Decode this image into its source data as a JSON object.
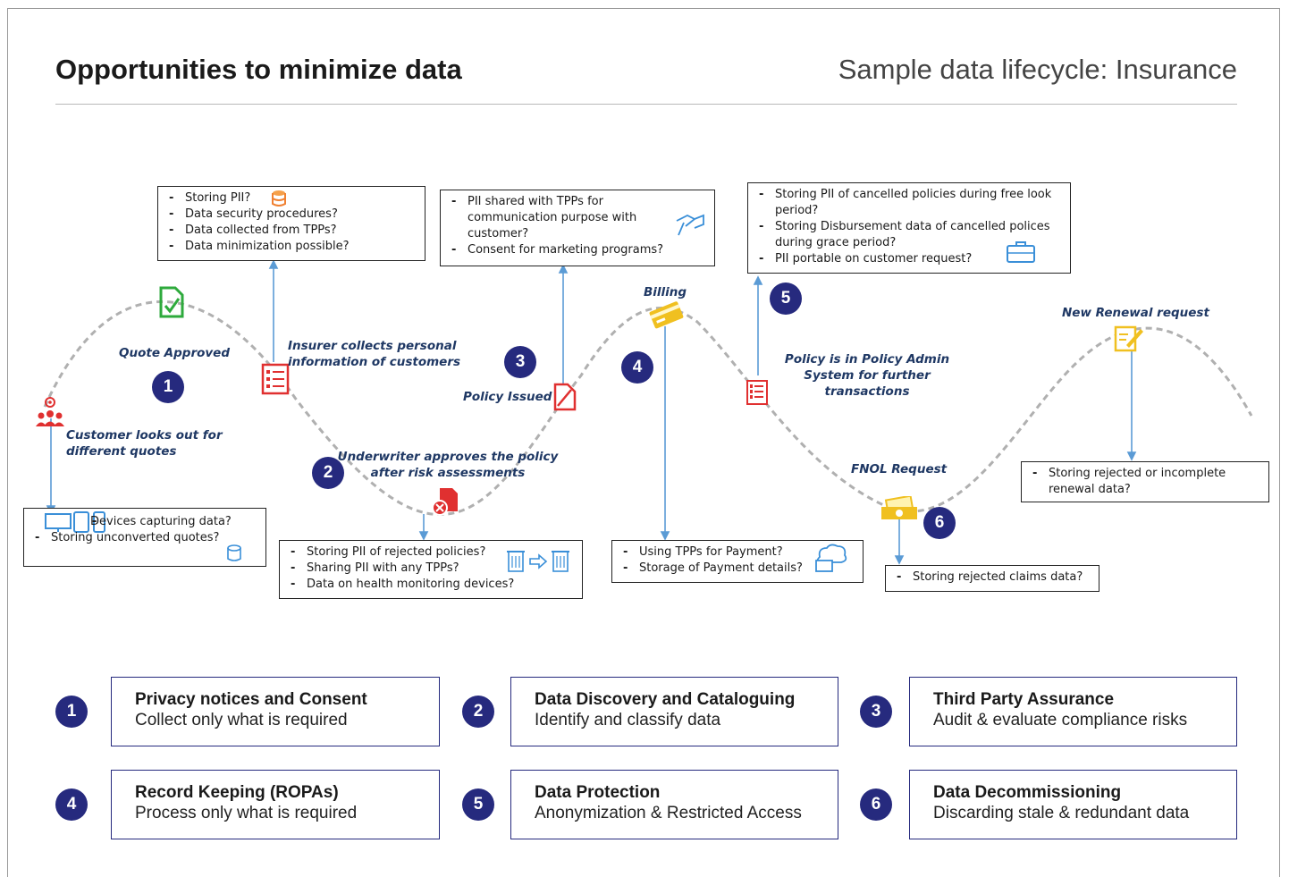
{
  "header": {
    "title": "Opportunities to minimize data",
    "subtitle": "Sample data lifecycle: Insurance"
  },
  "stages": [
    {
      "label": "Customer looks out for different quotes"
    },
    {
      "label": "Quote Approved"
    },
    {
      "label": "Insurer collects personal information of customers"
    },
    {
      "label": "Underwriter approves the policy after risk assessments"
    },
    {
      "label": "Policy Issued"
    },
    {
      "label": "Billing"
    },
    {
      "label": "Policy is in Policy Admin System for further transactions"
    },
    {
      "label": "FNOL Request"
    },
    {
      "label": "New Renewal request"
    }
  ],
  "markers": [
    "1",
    "2",
    "3",
    "4",
    "5",
    "6"
  ],
  "question_boxes": {
    "customer": [
      "Devices capturing data?",
      "Storing unconverted quotes?"
    ],
    "insurer": [
      "Storing PII?",
      "Data security procedures?",
      "Data collected from TPPs?",
      "Data minimization possible?"
    ],
    "underwriter": [
      "Storing PII of rejected policies?",
      "Sharing PII with any TPPs?",
      "Data on health monitoring devices?"
    ],
    "policy": [
      "PII shared with TPPs for communication purpose with customer?",
      "Consent for marketing programs?"
    ],
    "billing": [
      "Using TPPs for Payment?",
      "Storage of Payment details?"
    ],
    "admin": [
      "Storing PII of cancelled policies during free look period?",
      "Storing Disbursement data of cancelled polices during grace period?",
      "PII portable on customer request?"
    ],
    "fnol": [
      "Storing rejected claims data?"
    ],
    "renewal": [
      "Storing rejected or incomplete renewal data?"
    ]
  },
  "legend": [
    {
      "num": "1",
      "title": "Privacy notices and Consent",
      "desc": "Collect only what is required"
    },
    {
      "num": "2",
      "title": "Data Discovery and Cataloguing",
      "desc": "Identify and classify data"
    },
    {
      "num": "3",
      "title": "Third Party Assurance",
      "desc": "Audit & evaluate compliance risks"
    },
    {
      "num": "4",
      "title": "Record Keeping (ROPAs)",
      "desc": "Process only what is required"
    },
    {
      "num": "5",
      "title": "Data Protection",
      "desc": "Anonymization & Restricted Access"
    },
    {
      "num": "6",
      "title": "Data Decommissioning",
      "desc": "Discarding stale & redundant data"
    }
  ],
  "colors": {
    "accent": "#262a7e",
    "label": "#1f3864",
    "connector": "#5b9bd5",
    "curve": "#b0b0b0",
    "icon_red": "#e03030",
    "icon_green": "#2eaa3c",
    "icon_yellow": "#f0c020",
    "icon_blue": "#3a8fd8"
  },
  "icons": [
    "people-pin-icon",
    "document-check-icon",
    "checklist-icon",
    "rejected-document-icon",
    "policy-document-icon",
    "credit-card-icon",
    "server-list-icon",
    "claim-money-icon",
    "renewal-edit-icon",
    "database-icon",
    "handshake-icon",
    "briefcase-icon",
    "devices-icon",
    "trash-transfer-icon",
    "cloud-payment-icon"
  ]
}
